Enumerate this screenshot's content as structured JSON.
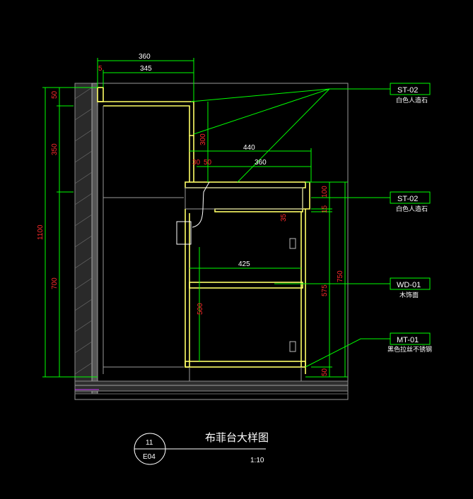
{
  "drawing": {
    "title": "布菲台大样图",
    "scale": "1:10",
    "detail_number": "11",
    "sheet_number": "E04"
  },
  "dimensions": {
    "top_overall": "360",
    "top_inner": "345",
    "top_small": "5",
    "left_top": "50",
    "left_upper": "350",
    "left_total": "1100",
    "left_lower": "700",
    "upper_cab_height": "300",
    "counter_width": "440",
    "counter_inner": "360",
    "offset_a": "30",
    "offset_b": "50",
    "right_top": "100",
    "right_small": "15",
    "right_body": "575",
    "right_total": "750",
    "right_bottom": "50",
    "shelf_gap": "35",
    "base_width": "425",
    "drawer_height": "500"
  },
  "callouts": [
    {
      "code": "ST-02",
      "desc": "白色人造石"
    },
    {
      "code": "ST-02",
      "desc": "白色人造石"
    },
    {
      "code": "WD-01",
      "desc": "木饰面"
    },
    {
      "code": "MT-01",
      "desc": "黑色拉丝不锈钢"
    }
  ],
  "colors": {
    "background": "#000000",
    "dimension_lines": "#00ff00",
    "dimension_text": "#ff2b2b",
    "cabinet_outline": "#ffff66",
    "wall": "#9a9a9a"
  }
}
